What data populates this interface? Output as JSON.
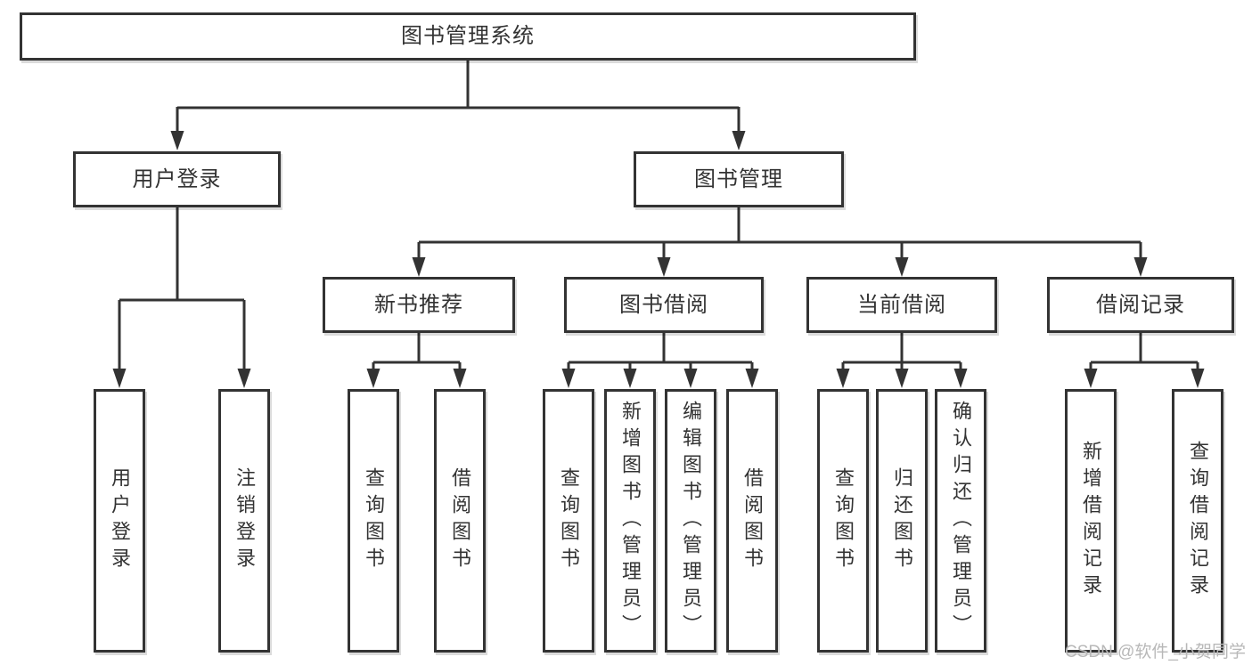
{
  "nodes": {
    "root": "图书管理系统",
    "user_login": "用户登录",
    "book_management": "图书管理",
    "new_book_recommendation": "新书推荐",
    "book_borrowing": "图书借阅",
    "current_borrowing": "当前借阅",
    "borrowing_records": "借阅记录",
    "leaves": [
      {
        "label": "用户登录"
      },
      {
        "label": "注销登录"
      },
      {
        "label": "查询图书"
      },
      {
        "label": "借阅图书"
      },
      {
        "label": "查询图书"
      },
      {
        "label": "新增图书（管理员）"
      },
      {
        "label": "编辑图书（管理员）"
      },
      {
        "label": "借阅图书"
      },
      {
        "label": "查询图书"
      },
      {
        "label": "归还图书"
      },
      {
        "label": "确认归还（管理员）"
      },
      {
        "label": "新增借阅记录"
      },
      {
        "label": "查询借阅记录"
      }
    ]
  },
  "watermark": {
    "text": "CSDN @软件_小贺同学"
  },
  "colors": {
    "line": "#333333",
    "text": "#333333",
    "watermark": "#b8b8b8",
    "background": "#ffffff"
  }
}
